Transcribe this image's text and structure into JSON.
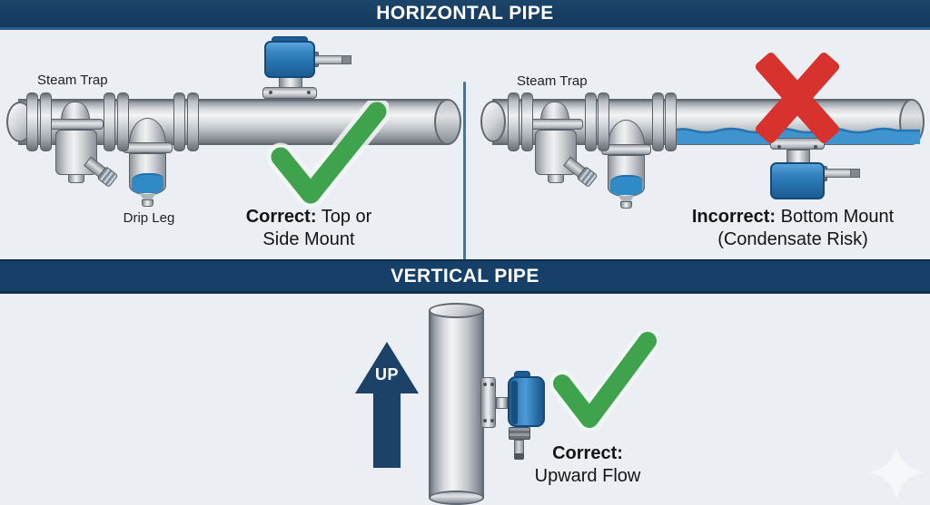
{
  "banners": {
    "horizontal": "HORIZONTAL PIPE",
    "vertical": "VERTICAL PIPE"
  },
  "horizontal_correct": {
    "steam_trap_label": "Steam Trap",
    "drip_leg_label": "Drip Leg",
    "verdict": {
      "prefix": "Correct:",
      "line1_rest": " Top or",
      "line2": "Side Mount"
    },
    "icon": "green-checkmark"
  },
  "horizontal_incorrect": {
    "steam_trap_label": "Steam Trap",
    "verdict": {
      "prefix": "Incorrect:",
      "line1_rest": " Bottom Mount",
      "line2": "(Condensate Risk)"
    },
    "icon": "red-x"
  },
  "vertical_correct": {
    "up_label": "UP",
    "verdict": {
      "prefix": "Correct:",
      "line1_rest": "",
      "line2": "Upward Flow"
    },
    "icon": "green-checkmark"
  },
  "colors": {
    "banner_navy": "#15395d",
    "divider_blue": "#4d7396",
    "check_green": "#3fa24c",
    "error_red": "#d7322d",
    "condensate_blue": "#3f93cf",
    "sensor_blue": "#2e7cb8",
    "arrow_navy": "#1d4267",
    "background": "#ebeff3"
  }
}
